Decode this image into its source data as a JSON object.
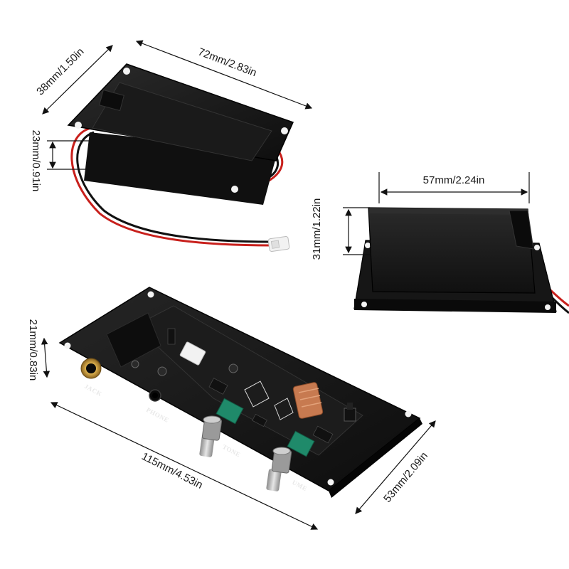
{
  "battery_box_top": {
    "width_label": "72mm/2.83in",
    "depth_label": "38mm/1.50in",
    "height_label": "23mm/0.91in"
  },
  "battery_box_side": {
    "width_label": "57mm/2.24in",
    "height_label": "31mm/1.22in"
  },
  "preamp_board": {
    "length_label": "115mm/4.53in",
    "width_label": "53mm/2.09in",
    "height_label": "21mm/0.83in",
    "panel_labels": {
      "jack": "JACK",
      "phone": "PHONE",
      "tone": "TONE",
      "volume": "UME"
    }
  },
  "colors": {
    "plastic_black": "#151515",
    "wire_red": "#c8201c",
    "connector_white": "#f2f2f2",
    "jack_gold": "#c99a3a",
    "pcb_dark": "#1c1c1c",
    "knob_silver": "#b8b8b8",
    "pot_green": "#1f8a6a",
    "coil_copper": "#c77a50"
  }
}
